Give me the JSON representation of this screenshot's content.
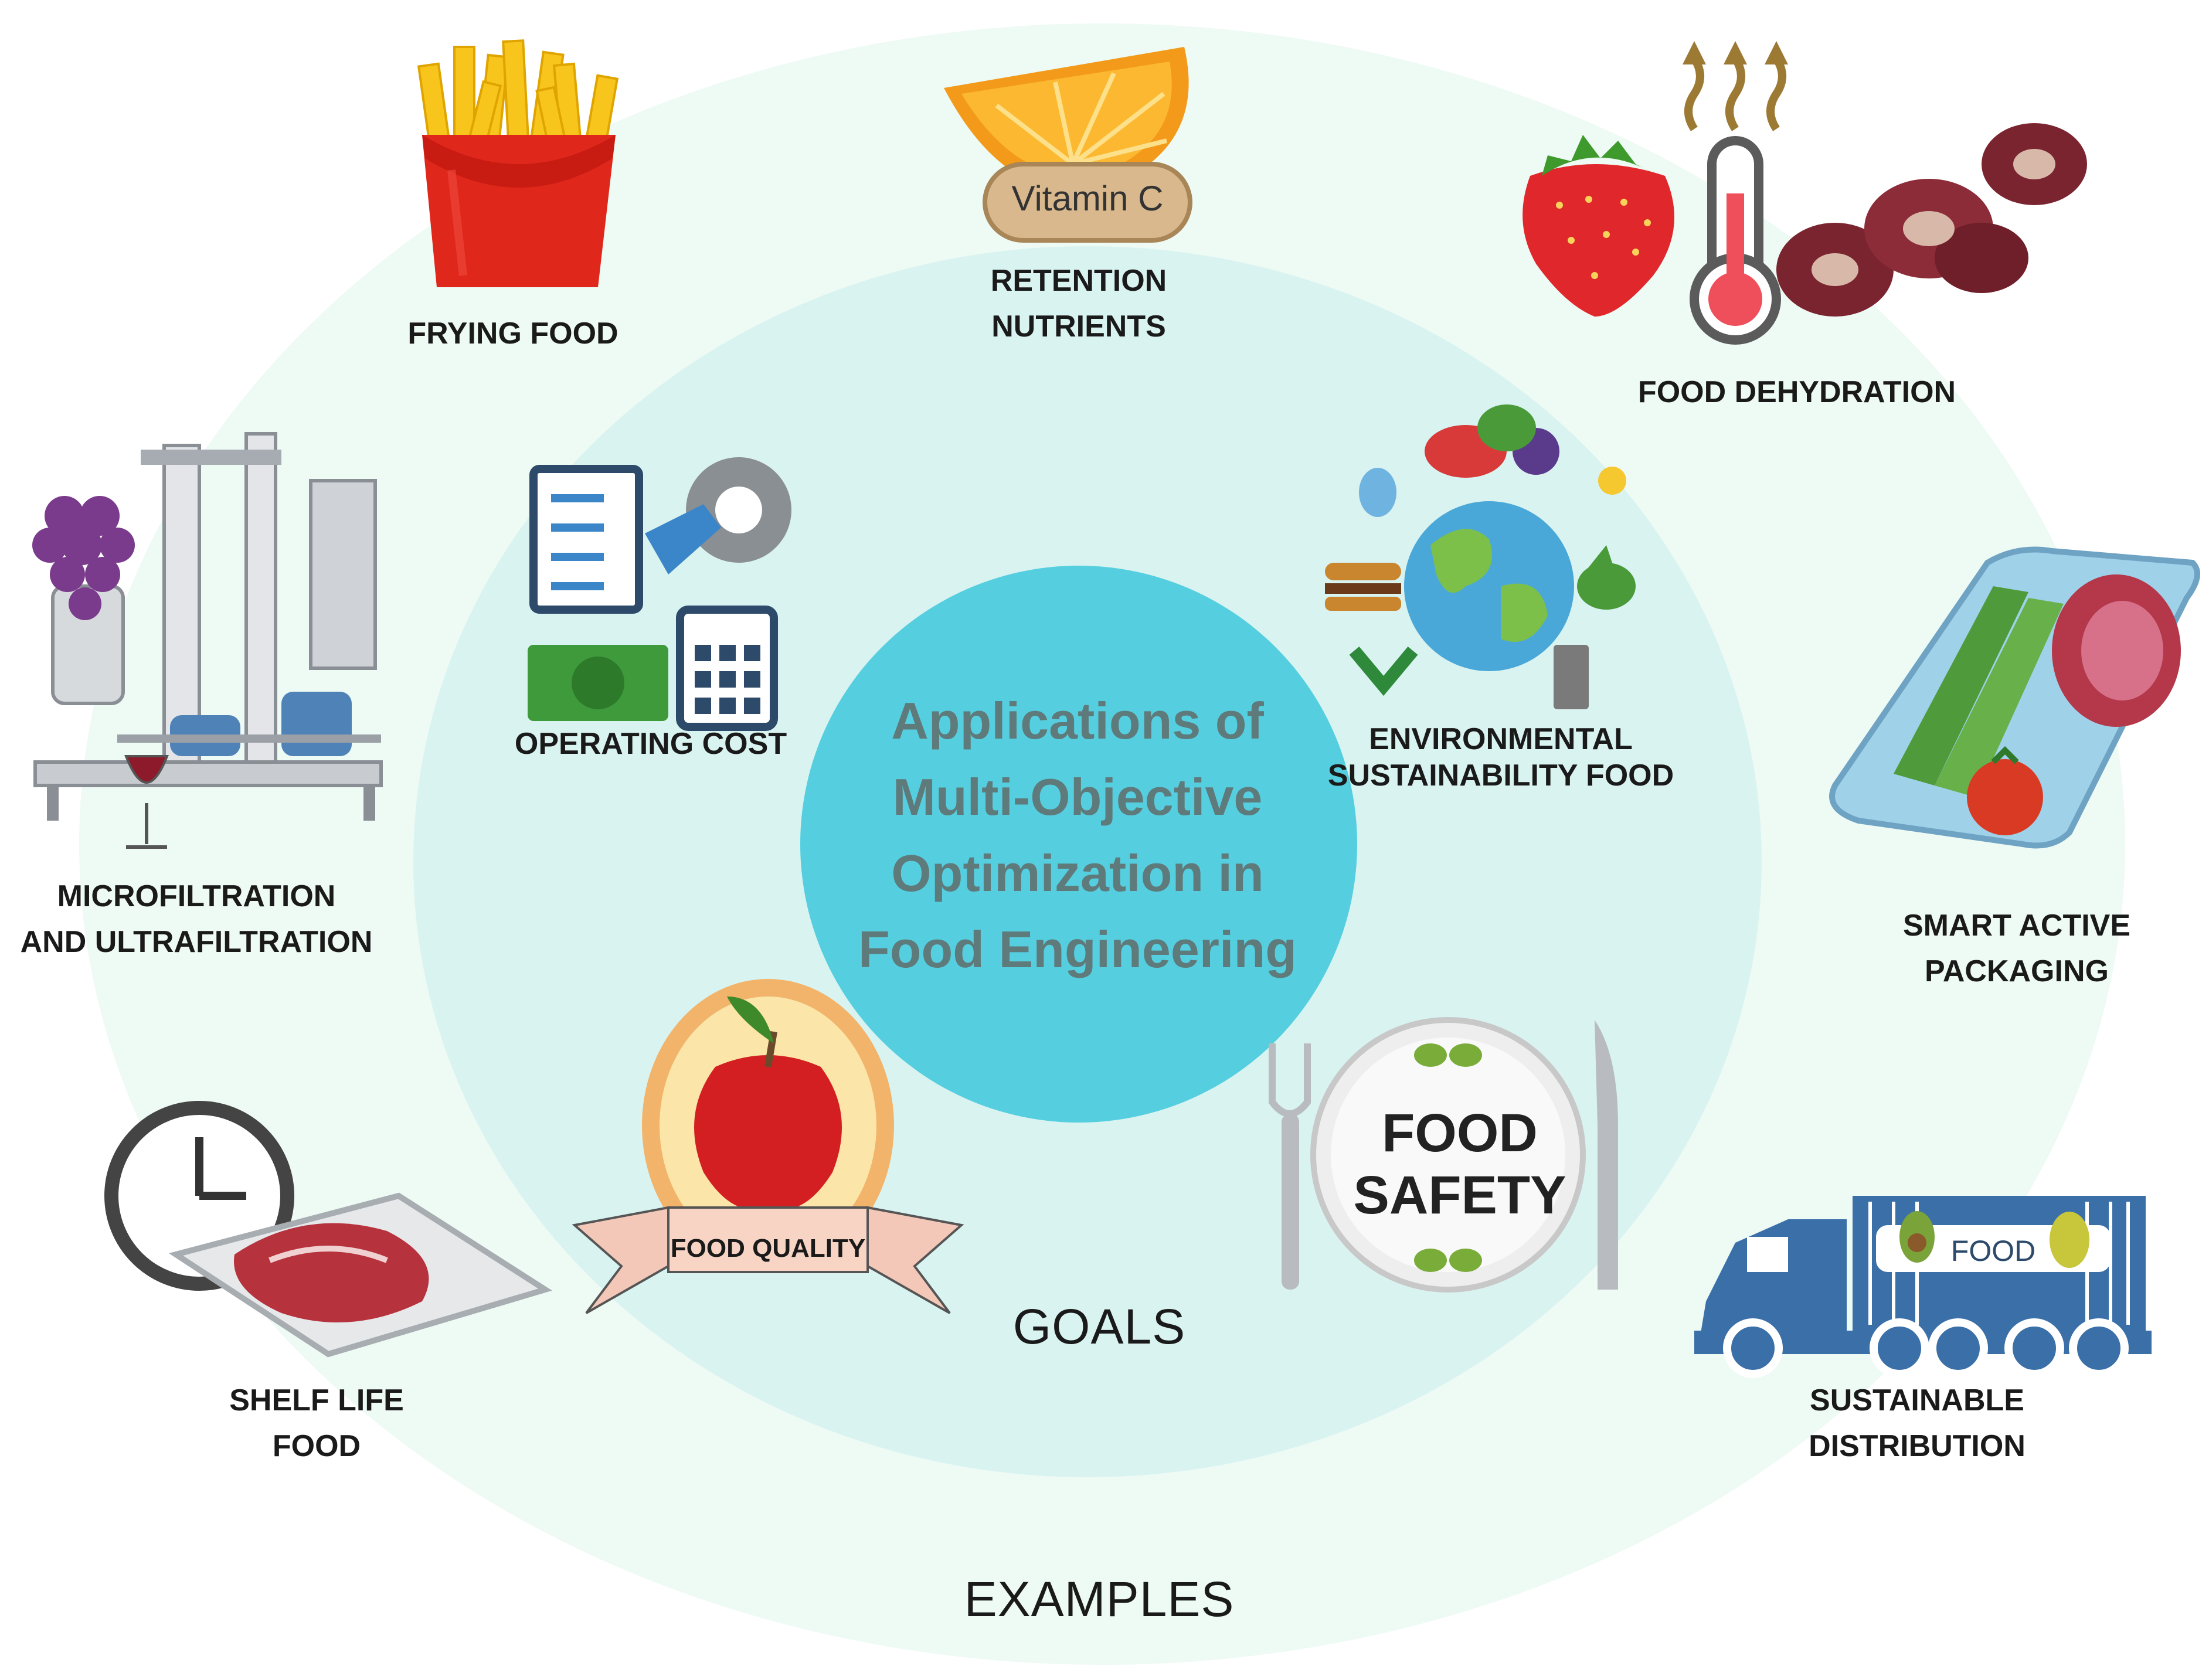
{
  "center": {
    "line1": "Applications of",
    "line2": "Multi-Objective",
    "line3": "Optimization in",
    "line4": "Food Engineering"
  },
  "rings": {
    "inner": "GOALS",
    "outer": "EXAMPLES"
  },
  "goals": {
    "operating_cost": "OPERATING COST",
    "environmental_line1": "ENVIRONMENTAL",
    "environmental_line2": "SUSTAINABILITY FOOD",
    "food_quality": "FOOD QUALITY",
    "food_safety_line1": "FOOD",
    "food_safety_line2": "SAFETY"
  },
  "examples": {
    "frying": "FRYING FOOD",
    "retention_line1": "RETENTION",
    "retention_line2": "NUTRIENTS",
    "vitamin": "Vitamin C",
    "dehydration": "FOOD DEHYDRATION",
    "micro_line1": "MICROFILTRATION",
    "micro_line2": "AND ULTRAFILTRATION",
    "smart_line1": "SMART ACTIVE",
    "smart_line2": "PACKAGING",
    "shelf_line1": "SHELF LIFE",
    "shelf_line2": "FOOD",
    "dist_line1": "SUSTAINABLE",
    "dist_line2": "DISTRIBUTION",
    "truck_label": "FOOD"
  },
  "colors": {
    "outer_ring": "#eefaf4",
    "inner_ring": "#d6f3f1",
    "center": "#55cfe0"
  }
}
